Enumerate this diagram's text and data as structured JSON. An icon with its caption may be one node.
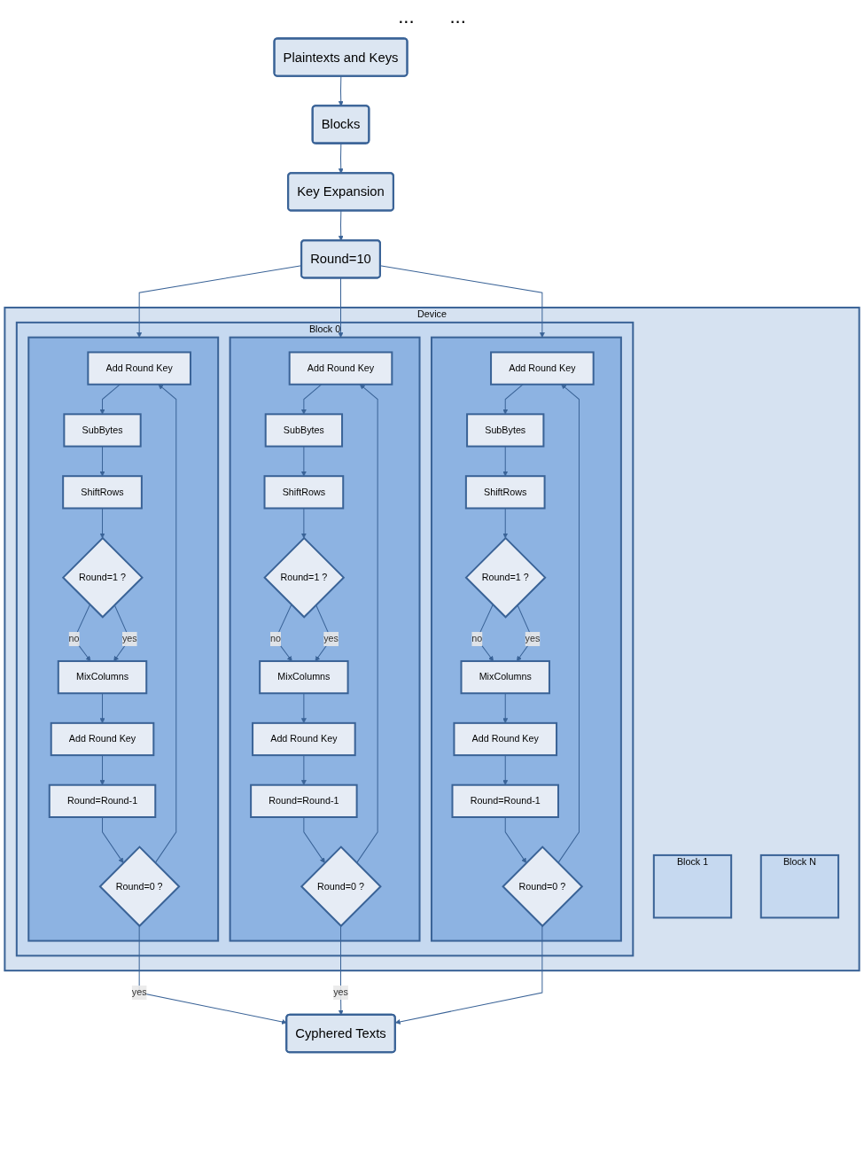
{
  "diagram": {
    "nodes": [
      {
        "text": [
          "Plaintexts and Keys"
        ]
      },
      {
        "text": [
          "Blocks"
        ]
      },
      {
        "text": [
          "Key Expansion"
        ]
      },
      {
        "text": [
          "Round=10"
        ]
      },
      {
        "text": [
          "Device"
        ]
      },
      {
        "text": [
          "Block N"
        ],
        "in": 4
      },
      {
        "text": [
          "Block 1"
        ],
        "in": 4
      },
      {
        "text": [
          "Block 0"
        ],
        "in": 4
      },
      {
        "text": [],
        "shape": "box",
        "in": 7
      },
      {
        "text": [
          "Add Round Key"
        ],
        "in": 8
      },
      {
        "text": [
          "SubBytes"
        ],
        "in": 8
      },
      {
        "text": [
          "ShiftRows"
        ],
        "in": 8
      },
      {
        "text": [
          "Round=1 ?"
        ],
        "in": 8
      },
      {
        "text": [
          "MixColumns"
        ],
        "in": 8
      },
      {
        "text": [
          "Add Round Key"
        ],
        "in": 8
      },
      {
        "text": [
          "Round=Round-1"
        ],
        "in": 8
      },
      {
        "text": [
          "Round=0 ?"
        ],
        "in": 8
      },
      {
        "text": [],
        "shape": "box",
        "in": 7
      },
      {
        "text": [
          "Add Round Key"
        ],
        "in": 17
      },
      {
        "text": [
          "SubBytes"
        ],
        "in": 17
      },
      {
        "text": [
          "ShiftRows"
        ],
        "in": 17
      },
      {
        "text": [
          "Round=1 ?"
        ],
        "in": 17
      },
      {
        "text": [
          "MixColumns"
        ],
        "in": 17
      },
      {
        "text": [
          "Add Round Key"
        ],
        "in": 17
      },
      {
        "text": [
          "Round=Round-1"
        ],
        "in": 17
      },
      {
        "text": [
          "Round=0 ?"
        ],
        "in": 17
      },
      {
        "text": [],
        "shape": "box",
        "in": 7
      },
      {
        "text": [
          "Add Round Key"
        ],
        "in": 26
      },
      {
        "text": [
          "SubBytes"
        ],
        "in": 26
      },
      {
        "text": [
          "ShiftRows"
        ],
        "in": 26
      },
      {
        "text": [
          "Round=1 ?"
        ],
        "in": 26
      },
      {
        "text": [
          "MixColumns"
        ],
        "in": 26
      },
      {
        "text": [
          "Add Round Key"
        ],
        "in": 26
      },
      {
        "text": [
          "Round=Round-1"
        ],
        "in": 26
      },
      {
        "text": [
          "Round=0 ?"
        ],
        "in": 26
      },
      {
        "text": [
          "Cyphered Texts"
        ]
      }
    ],
    "edges": [
      {
        "from": 0,
        "to": 1,
        "arrow": "to"
      },
      {
        "from": 1,
        "to": 2,
        "arrow": "to"
      },
      {
        "from": 2,
        "to": 3,
        "arrow": "to"
      },
      {
        "from": 3,
        "to": 8,
        "arrow": "to"
      },
      {
        "from": 3,
        "to": 17,
        "arrow": "to"
      },
      {
        "from": 3,
        "to": 26,
        "arrow": "to"
      },
      {
        "from": 9,
        "to": 10,
        "arrow": "to"
      },
      {
        "from": 10,
        "to": 11,
        "arrow": "to"
      },
      {
        "from": 11,
        "to": 12,
        "arrow": "to"
      },
      {
        "from": 12,
        "to": 13,
        "label": "no",
        "arrow": "to"
      },
      {
        "from": 12,
        "to": 13,
        "label": "yes",
        "arrow": "to"
      },
      {
        "from": 13,
        "to": 14,
        "arrow": "to"
      },
      {
        "from": 14,
        "to": 15,
        "arrow": "to"
      },
      {
        "from": 15,
        "to": 16,
        "arrow": "to"
      },
      {
        "from": 16,
        "to": 9,
        "arrow": "to"
      },
      {
        "from": 16,
        "to": 35,
        "label": "yes",
        "arrow": "to"
      },
      {
        "from": 18,
        "to": 19,
        "arrow": "to"
      },
      {
        "from": 19,
        "to": 20,
        "arrow": "to"
      },
      {
        "from": 20,
        "to": 21,
        "arrow": "to"
      },
      {
        "from": 21,
        "to": 22,
        "label": "no",
        "arrow": "to"
      },
      {
        "from": 21,
        "to": 22,
        "label": "yes",
        "arrow": "to"
      },
      {
        "from": 22,
        "to": 23,
        "arrow": "to"
      },
      {
        "from": 23,
        "to": 24,
        "arrow": "to"
      },
      {
        "from": 24,
        "to": 25,
        "arrow": "to"
      },
      {
        "from": 25,
        "to": 18,
        "arrow": "to"
      },
      {
        "from": 25,
        "to": 35,
        "label": "yes",
        "arrow": "to"
      },
      {
        "from": 27,
        "to": 28,
        "arrow": "to"
      },
      {
        "from": 28,
        "to": 29,
        "arrow": "to"
      },
      {
        "from": 29,
        "to": 30,
        "arrow": "to"
      },
      {
        "from": 30,
        "to": 31,
        "label": "no",
        "arrow": "to"
      },
      {
        "from": 30,
        "to": 31,
        "label": "yes",
        "arrow": "to"
      },
      {
        "from": 31,
        "to": 32,
        "arrow": "to"
      },
      {
        "from": 32,
        "to": 33,
        "arrow": "to"
      },
      {
        "from": 33,
        "to": 34,
        "arrow": "to"
      },
      {
        "from": 34,
        "to": 27,
        "arrow": "to"
      },
      {
        "from": 34,
        "to": 35,
        "arrow": "to"
      }
    ],
    "labels": [
      "...",
      "..."
    ]
  }
}
